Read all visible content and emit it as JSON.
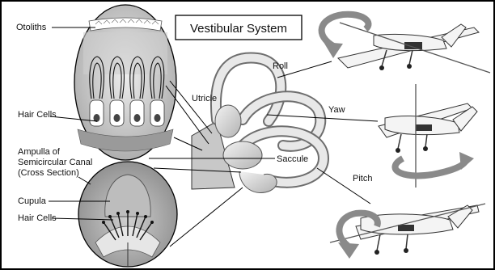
{
  "title": "Vestibular System",
  "labels": {
    "otoliths": "Otoliths",
    "hair_cells_top": "Hair Cells",
    "ampulla_line1": "Ampulla of",
    "ampulla_line2": "Semicircular Canal",
    "ampulla_line3": "(Cross Section)",
    "cupula": "Cupula",
    "hair_cells_bottom": "Hair Cells",
    "utricle": "Utricle",
    "saccule": "Saccule",
    "roll": "Roll",
    "yaw": "Yaw",
    "pitch": "Pitch"
  },
  "colors": {
    "frame": "#000000",
    "tissue_light": "#d6d6d6",
    "tissue_mid": "#a9a9a9",
    "tissue_dark": "#7a7a7a",
    "arrow_gray": "#8a8a8a",
    "aircraft_white": "#f4f4f4"
  },
  "icons": {
    "roll_arrow": "curved-roll-arrow-icon",
    "yaw_arrow": "curved-yaw-arrow-icon",
    "pitch_arrow": "curved-pitch-arrow-icon",
    "airplane": "airplane-icon"
  }
}
